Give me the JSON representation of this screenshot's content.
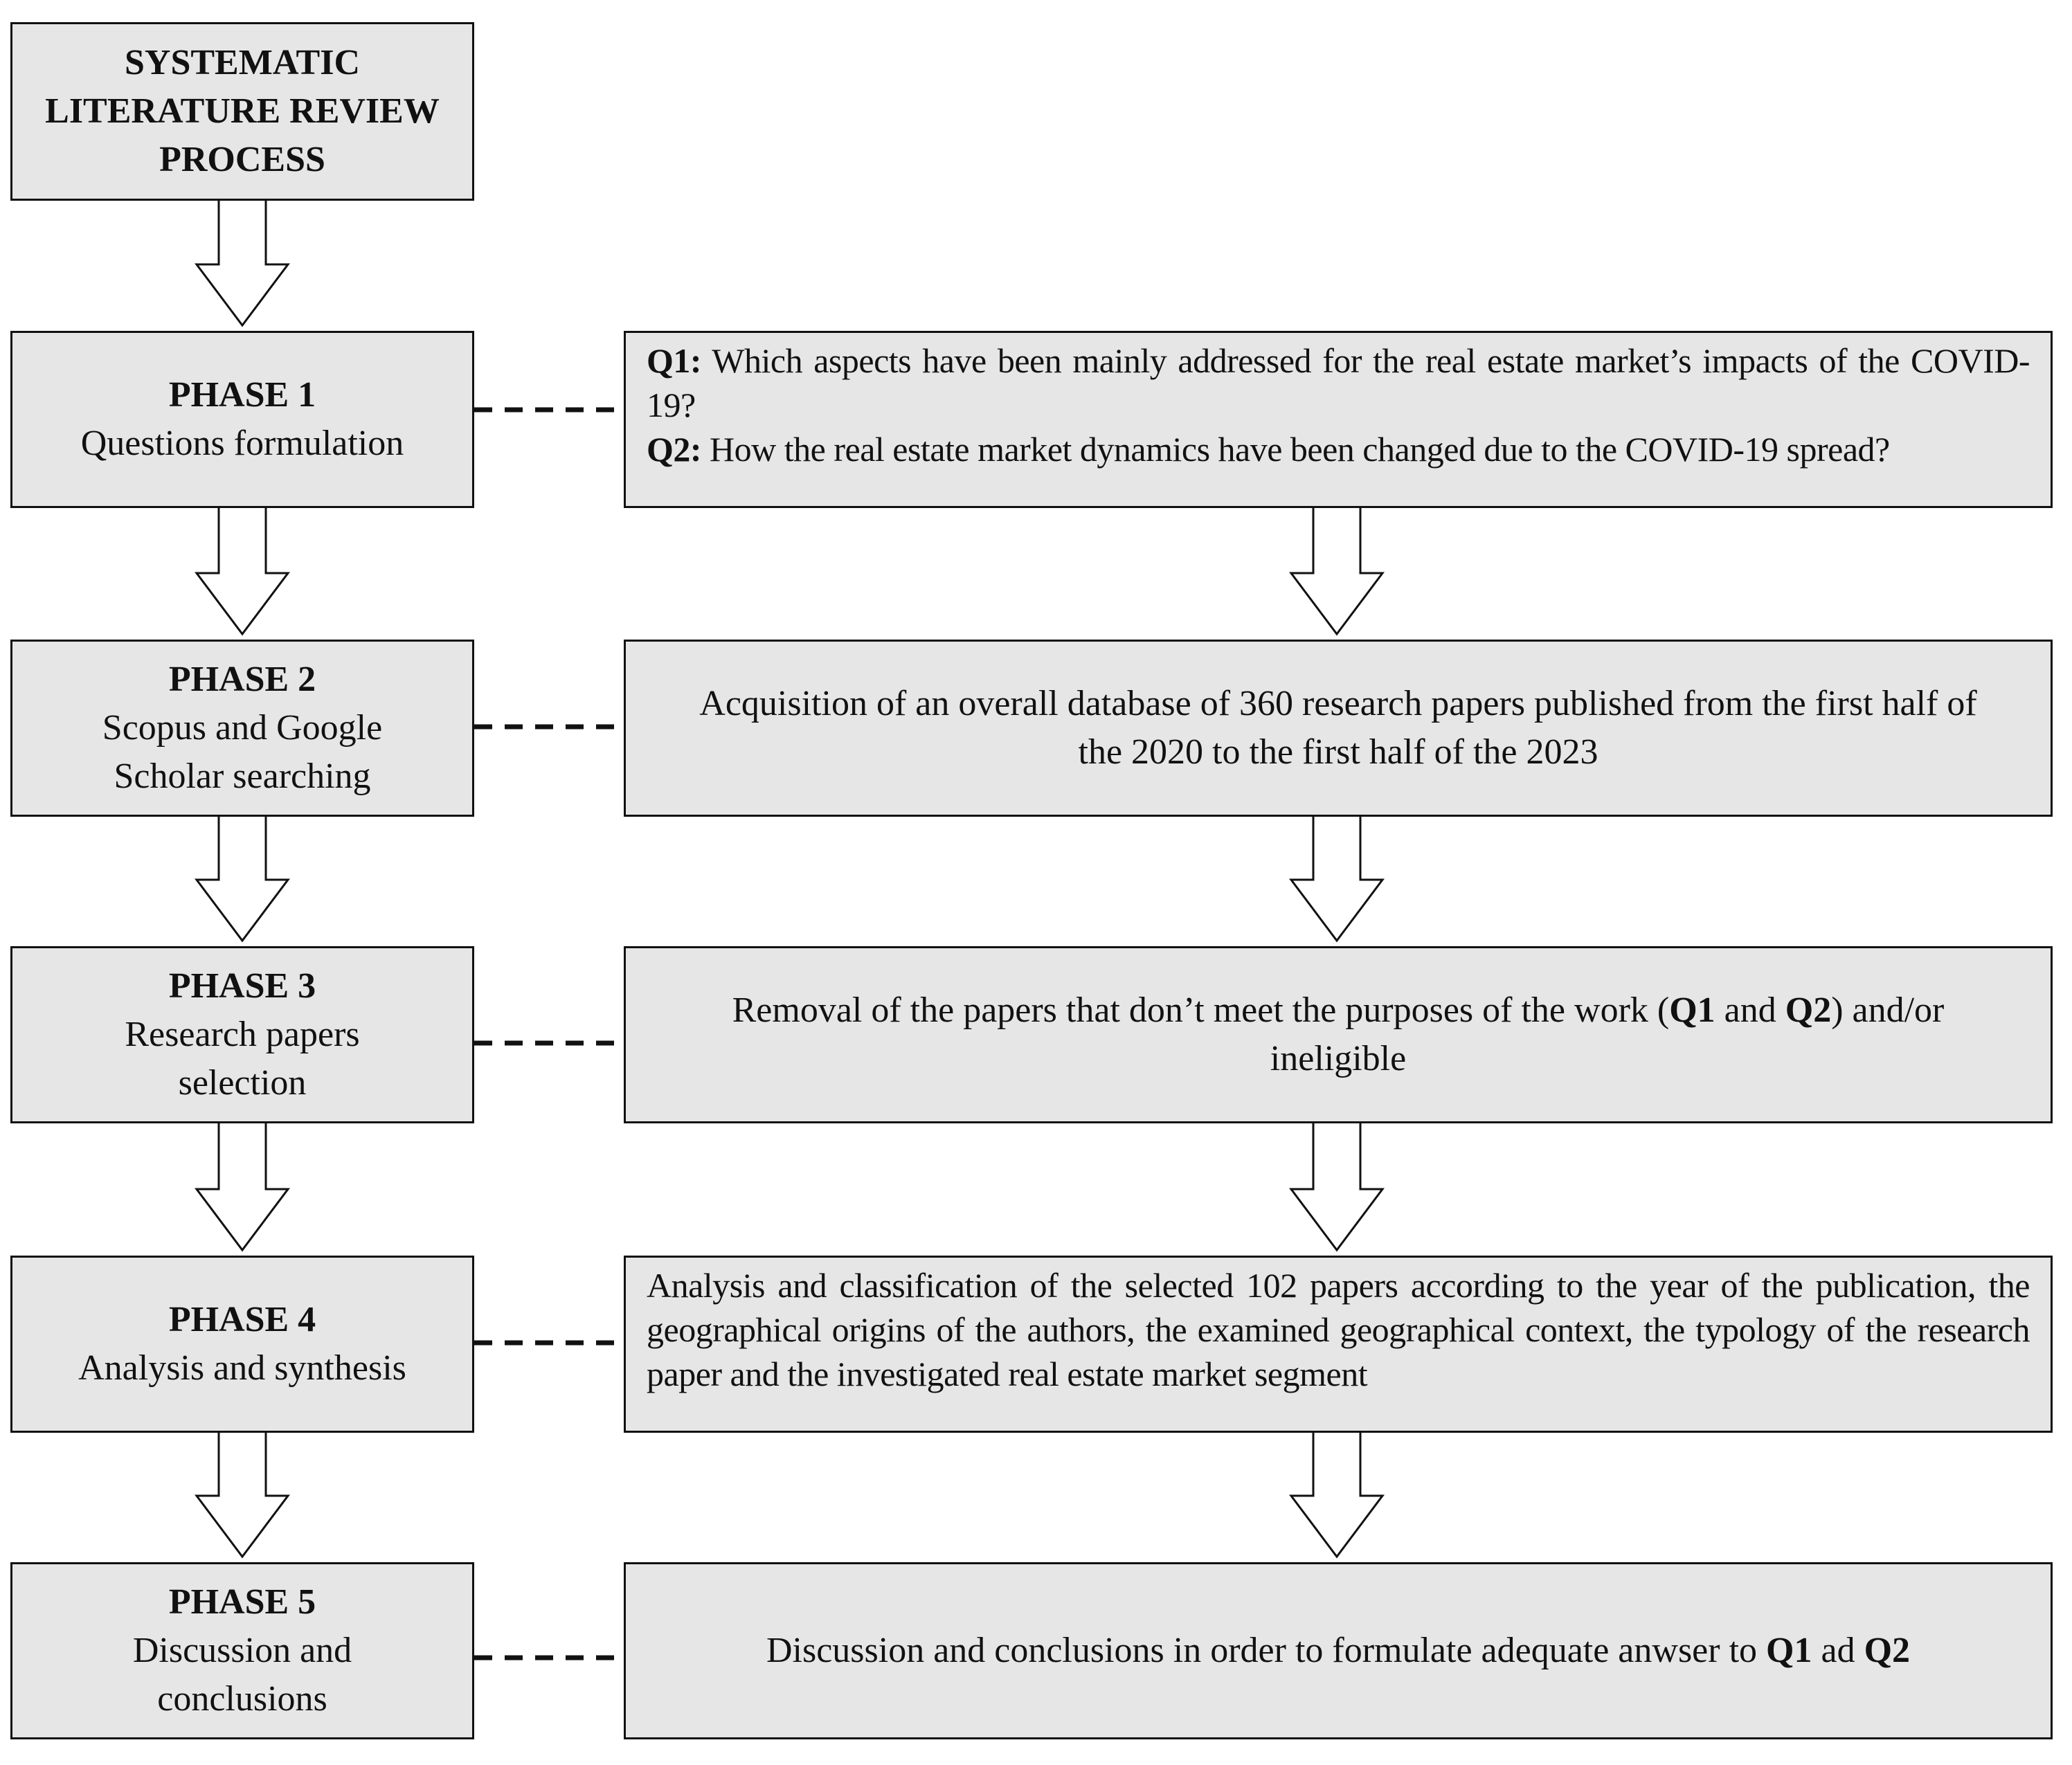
{
  "title_lines": [
    "SYSTEMATIC",
    "LITERATURE REVIEW",
    "PROCESS"
  ],
  "phases": [
    {
      "label": "PHASE 1",
      "subtitle_lines": [
        "Questions  formulation"
      ]
    },
    {
      "label": "PHASE 2",
      "subtitle_lines": [
        "Scopus and Google",
        "Scholar searching"
      ]
    },
    {
      "label": "PHASE 3",
      "subtitle_lines": [
        "Research  papers",
        "selection"
      ]
    },
    {
      "label": "PHASE 4",
      "subtitle_lines": [
        "Analysis  and synthesis"
      ]
    },
    {
      "label": "PHASE 5",
      "subtitle_lines": [
        "Discussion  and",
        "conclusions"
      ]
    }
  ],
  "details": {
    "q1_label": "Q1:",
    "q1_text": " Which aspects have been mainly addressed for the real estate market’s impacts of the COVID-19?",
    "q2_label": "Q2:",
    "q2_text": " How the real estate market dynamics have been changed due to the COVID-19 spread?",
    "phase2_text": "Acquisition  of an overall  database of 360 research papers published  from the first half of the 2020 to the first half of the 2023",
    "phase3_text_a": "Removal of the papers that don’t meet the purposes  of the work (",
    "phase3_q1": "Q1",
    "phase3_text_b": " and ",
    "phase3_q2": "Q2",
    "phase3_text_c": ") and/or ineligible",
    "phase4_text": "Analysis and classification of the selected 102 papers according to the year of the publication, the geographical origins of the authors, the examined geographical context, the typology of the research paper and the investigated real estate market segment",
    "phase5_text_a": "Discussion  and conclusions  in order to formulate adequate anwser to ",
    "phase5_q1": "Q1",
    "phase5_text_b": " ad ",
    "phase5_q2": "Q2"
  },
  "colors": {
    "box_fill": "#e6e6e6",
    "border": "#111111"
  }
}
